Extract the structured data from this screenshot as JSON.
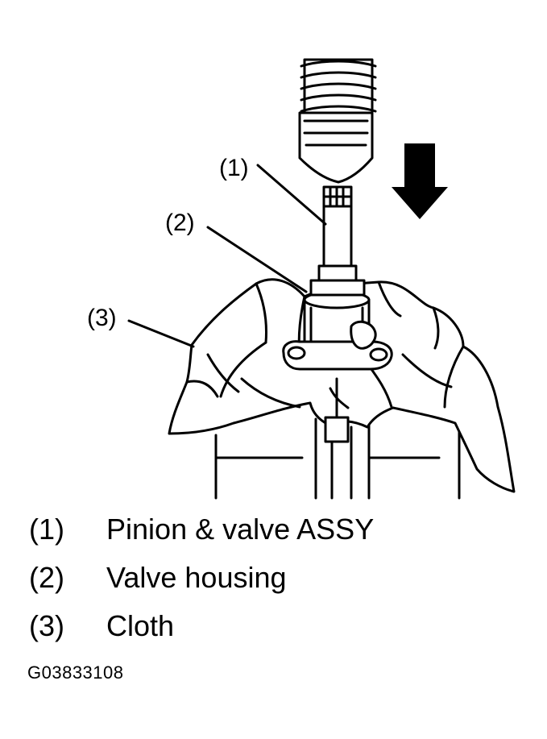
{
  "callouts": [
    {
      "num": "(1)",
      "label": "Pinion & valve ASSY"
    },
    {
      "num": "(2)",
      "label": "Valve housing"
    },
    {
      "num": "(3)",
      "label": "Cloth"
    }
  ],
  "figure_code": "G03833108",
  "colors": {
    "ink": "#000000",
    "paper": "#ffffff"
  },
  "icons": [
    "press-down-arrow"
  ]
}
